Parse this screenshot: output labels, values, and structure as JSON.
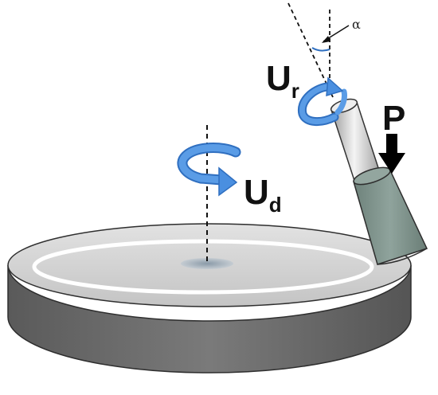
{
  "labels": {
    "disk_rotation": {
      "main": "U",
      "sub": "d"
    },
    "tool_rotation": {
      "main": "U",
      "sub": "r"
    },
    "pressure": "P",
    "tilt_angle": "α"
  },
  "colors": {
    "disk_top": "#d0d0d0",
    "disk_side": "#6d6d6d",
    "track": "#ffffff",
    "rotation_arrow": "#4a8fe0",
    "spindle": "#c8c8c8",
    "tool_head": "#7f938c",
    "pressure_arrow": "#000000"
  },
  "icons": [
    "rotation-arrow-icon",
    "down-arrow-icon"
  ]
}
